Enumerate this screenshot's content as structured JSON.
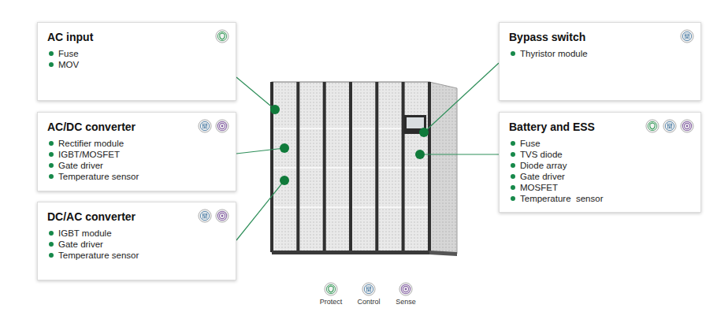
{
  "diagram": {
    "nodes": [
      {
        "text": [
          "AC input",
          "Fuse",
          "MOV"
        ]
      },
      {
        "text": [
          "AC/DC converter",
          "Rectifier module",
          "IGBT/MOSFET",
          "Gate driver",
          "Temperature sensor"
        ]
      },
      {
        "text": [
          "DC/AC converter",
          "IGBT module",
          "Gate driver",
          "Temperature sensor"
        ]
      },
      {
        "text": [
          "Bypass switch",
          "Thyristor module"
        ]
      },
      {
        "text": [
          "Battery and ESS",
          "Fuse",
          "TVS diode",
          "Diode array",
          "Gate driver",
          "MOSFET",
          "Temperature  sensor"
        ]
      }
    ],
    "legend": [
      {
        "text": "Protect"
      },
      {
        "text": "Control"
      },
      {
        "text": "Sense"
      }
    ]
  }
}
